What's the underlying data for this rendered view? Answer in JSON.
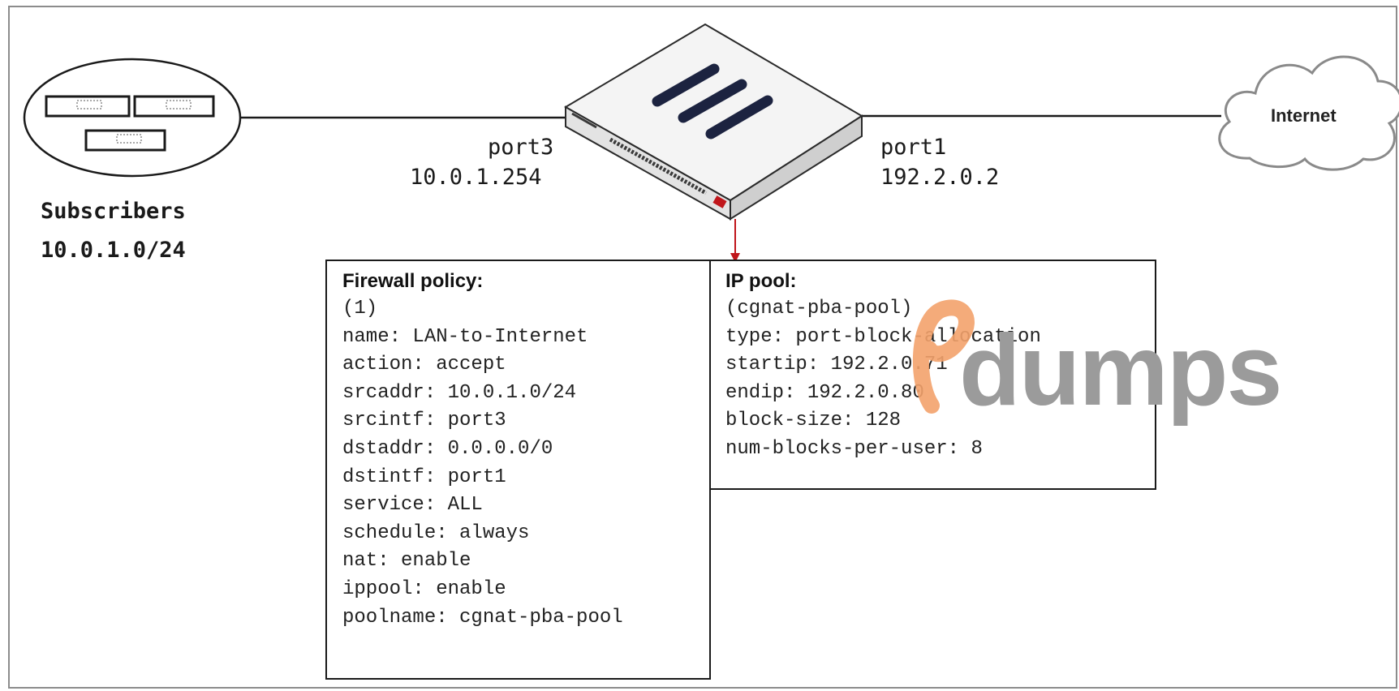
{
  "subscribers": {
    "title": "Subscribers",
    "subnet": "10.0.1.0/24"
  },
  "firewall_device": {
    "port3": {
      "name": "port3",
      "ip": "10.0.1.254"
    },
    "port1": {
      "name": "port1",
      "ip": "192.2.0.2"
    }
  },
  "internet": {
    "label": "Internet"
  },
  "firewall_policy": {
    "title": "Firewall policy:",
    "lines": [
      "(1)",
      "name: LAN-to-Internet",
      "action: accept",
      "srcaddr: 10.0.1.0/24",
      "srcintf: port3",
      "dstaddr: 0.0.0.0/0",
      "dstintf: port1",
      "service: ALL",
      "schedule: always",
      "nat: enable",
      "ippool: enable",
      "poolname: cgnat-pba-pool"
    ]
  },
  "ip_pool": {
    "title": "IP pool:",
    "lines": [
      "(cgnat-pba-pool)",
      "type: port-block-allocation",
      "startip: 192.2.0.71",
      "endip: 192.2.0.80",
      "block-size: 128",
      "num-blocks-per-user: 8"
    ]
  },
  "watermark": {
    "text": "dumps"
  },
  "colors": {
    "line": "#1a1a1a",
    "arrow": "#c0161b",
    "watermark_gray": "#9b9b9b",
    "watermark_orange": "#f3a26b",
    "device_top": "#f4f4f4",
    "device_side": "#cfcfcf"
  }
}
